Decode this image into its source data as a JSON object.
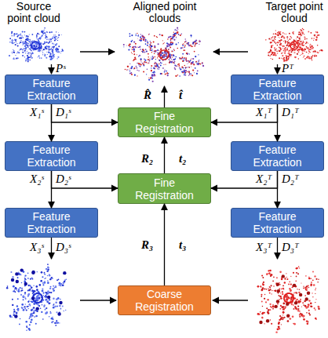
{
  "diagram": {
    "nodes": [
      {
        "text": [
          "Feature Extraction"
        ]
      },
      {
        "text": [
          "Fine Registration"
        ]
      },
      {
        "text": [
          "Feature Extraction"
        ]
      },
      {
        "text": [
          "Feature Extraction"
        ]
      },
      {
        "text": [
          "Fine Registration"
        ]
      },
      {
        "text": [
          "Feature Extraction"
        ]
      },
      {
        "text": [
          "Feature Extraction"
        ]
      },
      {
        "text": [
          "Feature Extraction"
        ]
      },
      {
        "text": [
          "Coarse Registration"
        ]
      }
    ],
    "edges": [
      {
        "from": 0,
        "to": 3,
        "arrow": "to"
      },
      {
        "from": 0,
        "to": 1,
        "arrow": "to"
      },
      {
        "from": 2,
        "to": 5,
        "arrow": "to"
      },
      {
        "from": 2,
        "to": 1,
        "arrow": "to"
      },
      {
        "from": 3,
        "to": 6,
        "arrow": "to"
      },
      {
        "from": 3,
        "to": 4,
        "arrow": "to"
      },
      {
        "from": 5,
        "to": 7,
        "arrow": "to"
      },
      {
        "from": 5,
        "to": 4,
        "arrow": "to"
      },
      {
        "from": 4,
        "to": 1,
        "arrow": "to"
      },
      {
        "from": 8,
        "to": 4,
        "arrow": "to"
      }
    ],
    "labels": [
      "Source point cloud",
      "Aligned point clouds",
      "Target point cloud",
      "Pˢ",
      "Pᵀ",
      "R̂",
      "t̂",
      "X₁ˢ",
      "D₁ˢ",
      "X₁ᵀ",
      "D₁ᵀ",
      "R₂",
      "t₂",
      "X₂ˢ",
      "D₂ˢ",
      "X₂ᵀ",
      "D₂ᵀ",
      "R₃",
      "t₃",
      "X₃ˢ",
      "D₃ˢ",
      "X₃ᵀ",
      "D₃ᵀ"
    ]
  }
}
